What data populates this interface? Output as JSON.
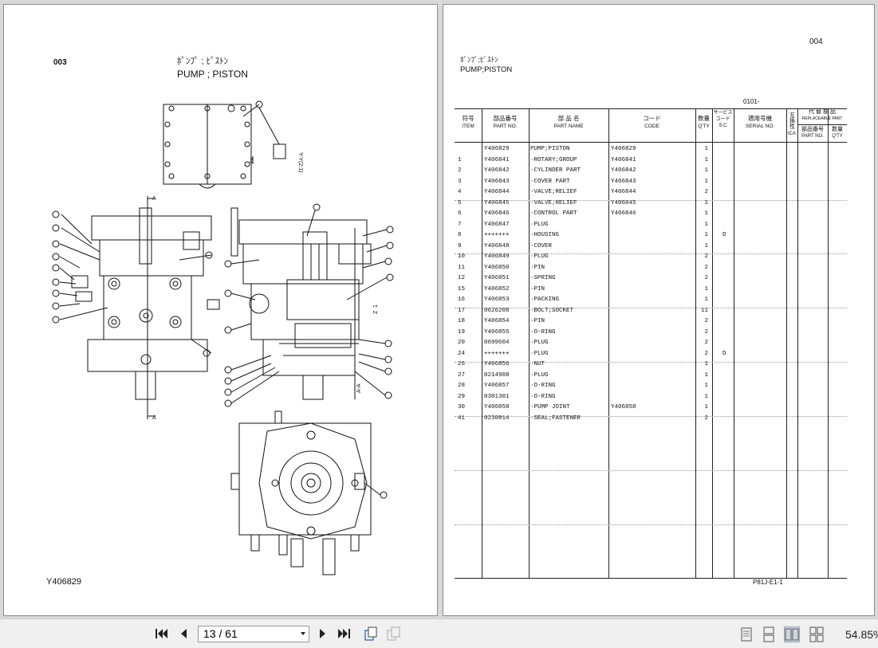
{
  "left_page": {
    "page_number": "003",
    "title_jp": "ﾎﾟﾝﾌﾟ ; ﾋﾟｽﾄﾝ",
    "title_en": "PUMP ; PISTON",
    "footer_code": "Y406829",
    "drawing_labels": {
      "view_y": "Y-Y(2:1)",
      "z": "Z",
      "a_top": "A",
      "a_bottom": "A",
      "section": "A-A",
      "z_side": "Z",
      "one": "1"
    }
  },
  "right_page": {
    "page_number": "004",
    "title_jp": "ﾎﾟﾝﾌﾟ;ﾋﾟｽﾄﾝ",
    "title_en": "PUMP;PISTON",
    "serial_range": "0101-",
    "doc_code": "P81J-E1-1",
    "headers": {
      "item_jp": "符号",
      "item_en": "ITEM",
      "partno_jp": "部品番号",
      "partno_en": "PART NO.",
      "partname_jp": "部 品 名",
      "partname_en": "PART NAME",
      "code_jp": "コード",
      "code_en": "CODE",
      "qty_jp": "数量",
      "qty_en": "Q'TY",
      "sc_jp1": "サービス",
      "sc_jp2": "コード",
      "sc_en": "S.C",
      "serial_jp": "適用号機",
      "serial_en": "SERIAL NO.",
      "ica_jp": "互換性",
      "ica_en": "ICA",
      "repl_jp": "代 替 部 品",
      "repl_en": "REPLACEABLE PART",
      "repl_partno": "部品番号",
      "repl_partno_en": "PART NO.",
      "repl_qty": "数量",
      "repl_qty_en": "Q'TY"
    },
    "rows": [
      {
        "item": "",
        "part_no": "Y406829",
        "name": "PUMP;PISTON",
        "code": "Y406829",
        "qty": "1",
        "sc": ""
      },
      {
        "item": "1",
        "part_no": "Y406841",
        "name": "·ROTARY;GROUP",
        "code": "Y406841",
        "qty": "1",
        "sc": ""
      },
      {
        "item": "2",
        "part_no": "Y406842",
        "name": "·CYLINDER PART",
        "code": "Y406842",
        "qty": "1",
        "sc": ""
      },
      {
        "item": "3",
        "part_no": "Y406843",
        "name": "·COVER PART",
        "code": "Y406843",
        "qty": "1",
        "sc": ""
      },
      {
        "item": "4",
        "part_no": "Y406844",
        "name": "·VALVE;RELIEF",
        "code": "Y406844",
        "qty": "2",
        "sc": ""
      },
      {
        "item": "5",
        "part_no": "Y406845",
        "name": "·VALVE;RELIEF",
        "code": "Y406845",
        "qty": "1",
        "sc": ""
      },
      {
        "item": "6",
        "part_no": "Y406846",
        "name": "·CONTROL PART",
        "code": "Y406846",
        "qty": "1",
        "sc": ""
      },
      {
        "item": "7",
        "part_no": "Y406847",
        "name": "·PLUG",
        "code": "",
        "qty": "1",
        "sc": ""
      },
      {
        "item": "8",
        "part_no": "+++++++",
        "name": "·HOUSING",
        "code": "",
        "qty": "1",
        "sc": "D"
      },
      {
        "item": "9",
        "part_no": "Y406848",
        "name": "·COVER",
        "code": "",
        "qty": "1",
        "sc": ""
      },
      {
        "item": "10",
        "part_no": "Y406849",
        "name": "·PLUG",
        "code": "",
        "qty": "2",
        "sc": ""
      },
      {
        "item": "11",
        "part_no": "Y406850",
        "name": "·PIN",
        "code": "",
        "qty": "2",
        "sc": ""
      },
      {
        "item": "12",
        "part_no": "Y406851",
        "name": "·SPRING",
        "code": "",
        "qty": "2",
        "sc": ""
      },
      {
        "item": "15",
        "part_no": "Y406852",
        "name": "·PIN",
        "code": "",
        "qty": "1",
        "sc": ""
      },
      {
        "item": "16",
        "part_no": "Y406853",
        "name": "·PACKING",
        "code": "",
        "qty": "1",
        "sc": ""
      },
      {
        "item": "17",
        "part_no": "0626208",
        "name": "·BOLT;SOCKET",
        "code": "",
        "qty": "11",
        "sc": ""
      },
      {
        "item": "18",
        "part_no": "Y406854",
        "name": "·PIN",
        "code": "",
        "qty": "2",
        "sc": ""
      },
      {
        "item": "19",
        "part_no": "Y406855",
        "name": "·O-RING",
        "code": "",
        "qty": "2",
        "sc": ""
      },
      {
        "item": "20",
        "part_no": "0699604",
        "name": "·PLUG",
        "code": "",
        "qty": "2",
        "sc": ""
      },
      {
        "item": "24",
        "part_no": "+++++++",
        "name": "·PLUG",
        "code": "",
        "qty": "2",
        "sc": "D"
      },
      {
        "item": "26",
        "part_no": "Y406856",
        "name": "·NUT",
        "code": "",
        "qty": "1",
        "sc": ""
      },
      {
        "item": "27",
        "part_no": "0214908",
        "name": "·PLUG",
        "code": "",
        "qty": "1",
        "sc": ""
      },
      {
        "item": "28",
        "part_no": "Y406857",
        "name": "·O-RING",
        "code": "",
        "qty": "1",
        "sc": ""
      },
      {
        "item": "29",
        "part_no": "0301301",
        "name": "·O-RING",
        "code": "",
        "qty": "1",
        "sc": ""
      },
      {
        "item": "30",
        "part_no": "Y406858",
        "name": "·PUMP JOINT",
        "code": "Y406858",
        "qty": "1",
        "sc": ""
      },
      {
        "item": "41",
        "part_no": "0230814",
        "name": "·SEAL;FASTENER",
        "code": "",
        "qty": "2",
        "sc": ""
      }
    ]
  },
  "toolbar": {
    "page_indicator": "13 / 61",
    "zoom": "54.85%",
    "icons": [
      "first-page-icon",
      "prev-page-icon",
      "next-page-icon",
      "last-page-icon",
      "rotate-icon",
      "rotate-disabled-icon",
      "single-page-view-icon",
      "continuous-view-icon",
      "two-page-view-icon",
      "two-page-continuous-view-icon"
    ]
  }
}
